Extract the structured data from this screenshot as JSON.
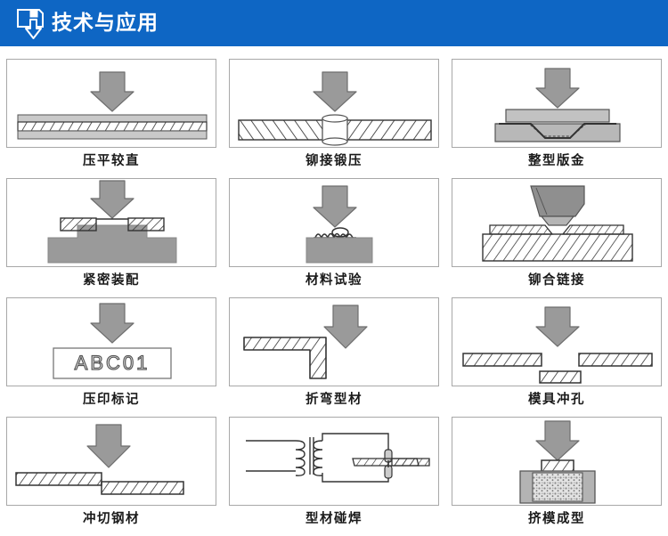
{
  "header": {
    "title": "技术与应用",
    "icon": "floppy-disk-download-icon",
    "background_color": "#0e66c4",
    "text_color": "#ffffff"
  },
  "colors": {
    "panel_border": "#a8a8a8",
    "arrow_fill": "#9a9a9a",
    "arrow_stroke": "#6e6e6e",
    "metal_fill": "#a6a6a6",
    "light_fill": "#d4d4d4",
    "line": "#3a3a3a",
    "caption": "#1a1a1a",
    "page_background": "#ffffff"
  },
  "grid": {
    "columns": 3,
    "rows": 4,
    "cells": [
      {
        "id": "flatten-straighten",
        "caption": "压平较直",
        "art": "press-flat-strip",
        "arrow": true
      },
      {
        "id": "rivet-forge",
        "caption": "铆接锻压",
        "art": "rivet-forge-bar",
        "arrow": true
      },
      {
        "id": "sheet-metal-form",
        "caption": "整型版金",
        "art": "sheet-metal-die",
        "arrow": true
      },
      {
        "id": "tight-assembly",
        "caption": "紧密装配",
        "art": "assembly-tee",
        "arrow": true
      },
      {
        "id": "material-test",
        "caption": "材料试验",
        "art": "material-spring",
        "arrow": true
      },
      {
        "id": "rivet-link",
        "caption": "铆合链接",
        "art": "rivet-punch-plate",
        "arrow": false
      },
      {
        "id": "stamp-mark",
        "caption": "压印标记",
        "art": "stamp-text-box",
        "arrow": true,
        "stamp_text": "ABC01"
      },
      {
        "id": "bend-profile",
        "caption": "折弯型材",
        "art": "bend-angle",
        "arrow": true
      },
      {
        "id": "die-punch",
        "caption": "模具冲孔",
        "art": "punch-hole-strip",
        "arrow": true
      },
      {
        "id": "cut-steel",
        "caption": "冲切钢材",
        "art": "shear-strip",
        "arrow": true
      },
      {
        "id": "profile-spot-weld",
        "caption": "型材碰焊",
        "art": "transformer-weld",
        "arrow": false
      },
      {
        "id": "extrusion-mold",
        "caption": "挤模成型",
        "art": "extrusion-die",
        "arrow": true
      }
    ]
  }
}
